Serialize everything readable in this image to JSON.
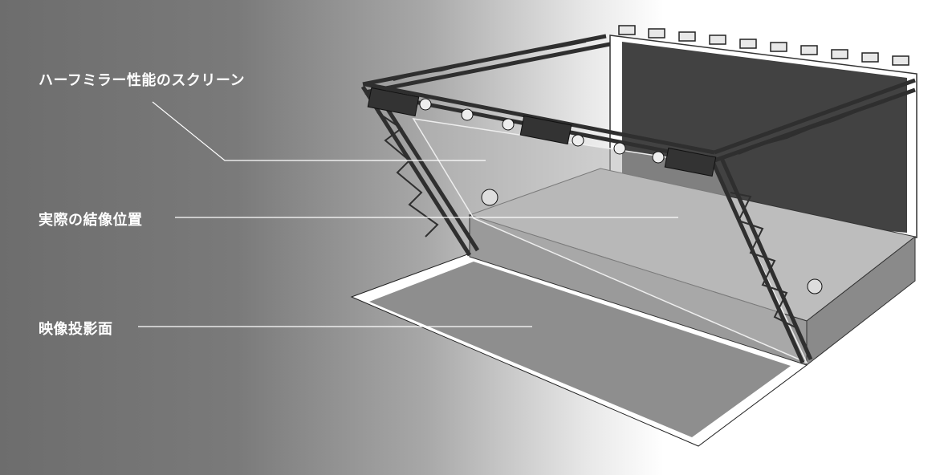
{
  "labels": {
    "half_mirror_screen": "ハーフミラー性能のスクリーン",
    "actual_image_position": "実際の結像位置",
    "projection_surface": "映像投影面"
  },
  "colors": {
    "truss": "#2f2f2f",
    "back_screen": "#424242",
    "leader_line": "#ffffff"
  }
}
